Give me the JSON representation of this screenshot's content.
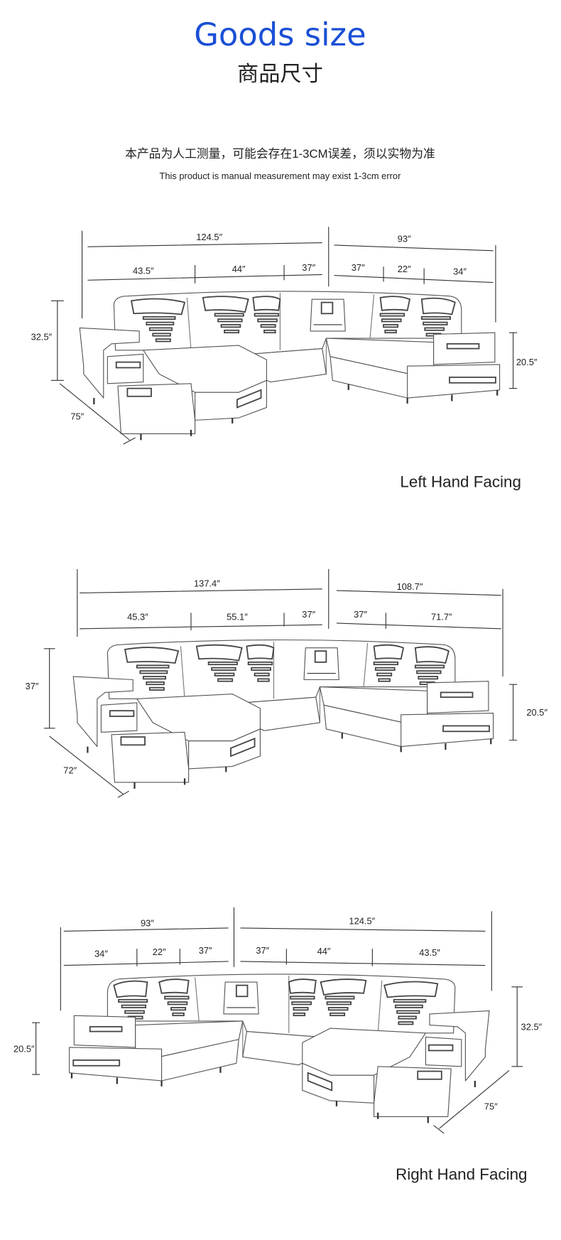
{
  "header": {
    "title": "Goods size",
    "subtitle": "商品尺寸",
    "note_cn": "本产品为人工测量，可能会存在1-3CM误差，须以实物为准",
    "note_en": "This product is manual measurement may exist 1-3cm error",
    "title_color": "#1a4fd6"
  },
  "diagrams": [
    {
      "caption": "Left Hand Facing",
      "top": [
        "124.5″",
        "93″"
      ],
      "segments": [
        "43.5″",
        "44″",
        "37″",
        "37″",
        "22″",
        "34″"
      ],
      "height": "32.5″",
      "seat_height": "20.5″",
      "depth": "75″"
    },
    {
      "caption": "",
      "top": [
        "137.4″",
        "108.7″"
      ],
      "segments": [
        "45.3″",
        "55.1″",
        "37″",
        "37″",
        "71.7″"
      ],
      "height": "37″",
      "seat_height": "20.5″",
      "depth": "72″"
    },
    {
      "caption": "Right Hand Facing",
      "top": [
        "93″",
        "124.5″"
      ],
      "segments": [
        "34″",
        "22″",
        "37″",
        "37″",
        "44″",
        "43.5″"
      ],
      "height": "32.5″",
      "seat_height": "20.5″",
      "depth": "75″"
    }
  ]
}
